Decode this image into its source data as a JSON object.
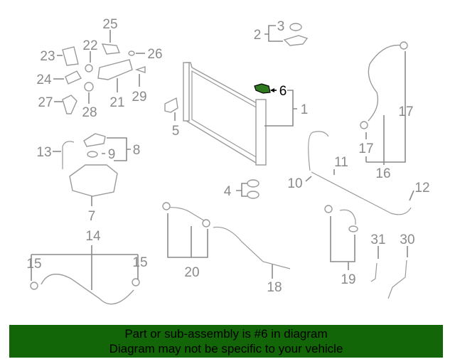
{
  "diagram": {
    "highlight_color": "#2f7a1f",
    "callouts": {
      "c1": "1",
      "c2": "2",
      "c3": "3",
      "c4": "4",
      "c5": "5",
      "c6": "6",
      "c7": "7",
      "c8": "8",
      "c9": "9",
      "c10": "10",
      "c11": "11",
      "c12": "12",
      "c13": "13",
      "c14": "14",
      "c15a": "15",
      "c15b": "15",
      "c16": "16",
      "c17a": "17",
      "c17b": "17",
      "c18": "18",
      "c19": "19",
      "c20": "20",
      "c21": "21",
      "c22": "22",
      "c23": "23",
      "c24": "24",
      "c25": "25",
      "c26": "26",
      "c27": "27",
      "c28": "28",
      "c29": "29",
      "c30": "30",
      "c31": "31"
    }
  },
  "banner": {
    "line1": "Part or sub-assembly is #6 in diagram",
    "line2": "Diagram may not be specific to your vehicle",
    "color": "#136607"
  }
}
